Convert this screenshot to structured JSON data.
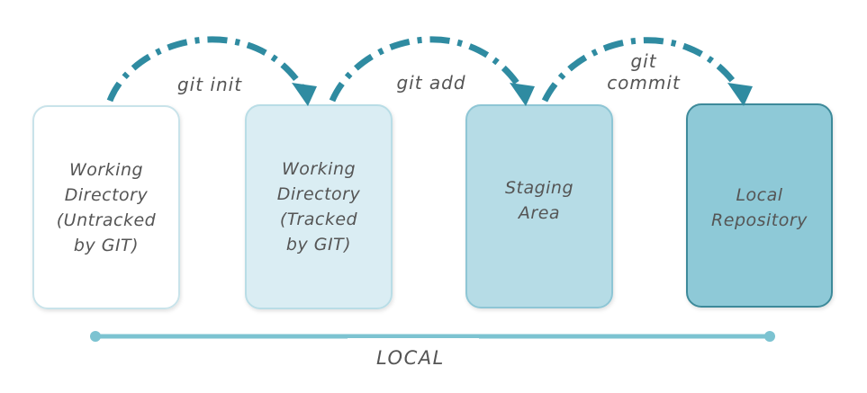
{
  "nodes": [
    {
      "id": "working-untracked",
      "label": "Working\nDirectory\n(Untracked\nby GIT)",
      "fill": "#ffffff",
      "border": "#c9e3ea"
    },
    {
      "id": "working-tracked",
      "label": "Working\nDirectory\n(Tracked\nby GIT)",
      "fill": "#daedf3",
      "border": "#b9dde6"
    },
    {
      "id": "staging-area",
      "label": "Staging\nArea",
      "fill": "#b6dce6",
      "border": "#8ec6d5"
    },
    {
      "id": "local-repository",
      "label": "Local\nRepository",
      "fill": "#8ec9d7",
      "border": "#3e8a9a"
    }
  ],
  "arrows": [
    {
      "from": "working-untracked",
      "to": "working-tracked",
      "label": "git init"
    },
    {
      "from": "working-tracked",
      "to": "staging-area",
      "label": "git add"
    },
    {
      "from": "staging-area",
      "to": "local-repository",
      "label": "git\ncommit"
    }
  ],
  "axis": {
    "label": "LOCAL",
    "color": "#7cc3d1"
  },
  "colors": {
    "arrow": "#2f8ba1",
    "text": "#555555"
  }
}
